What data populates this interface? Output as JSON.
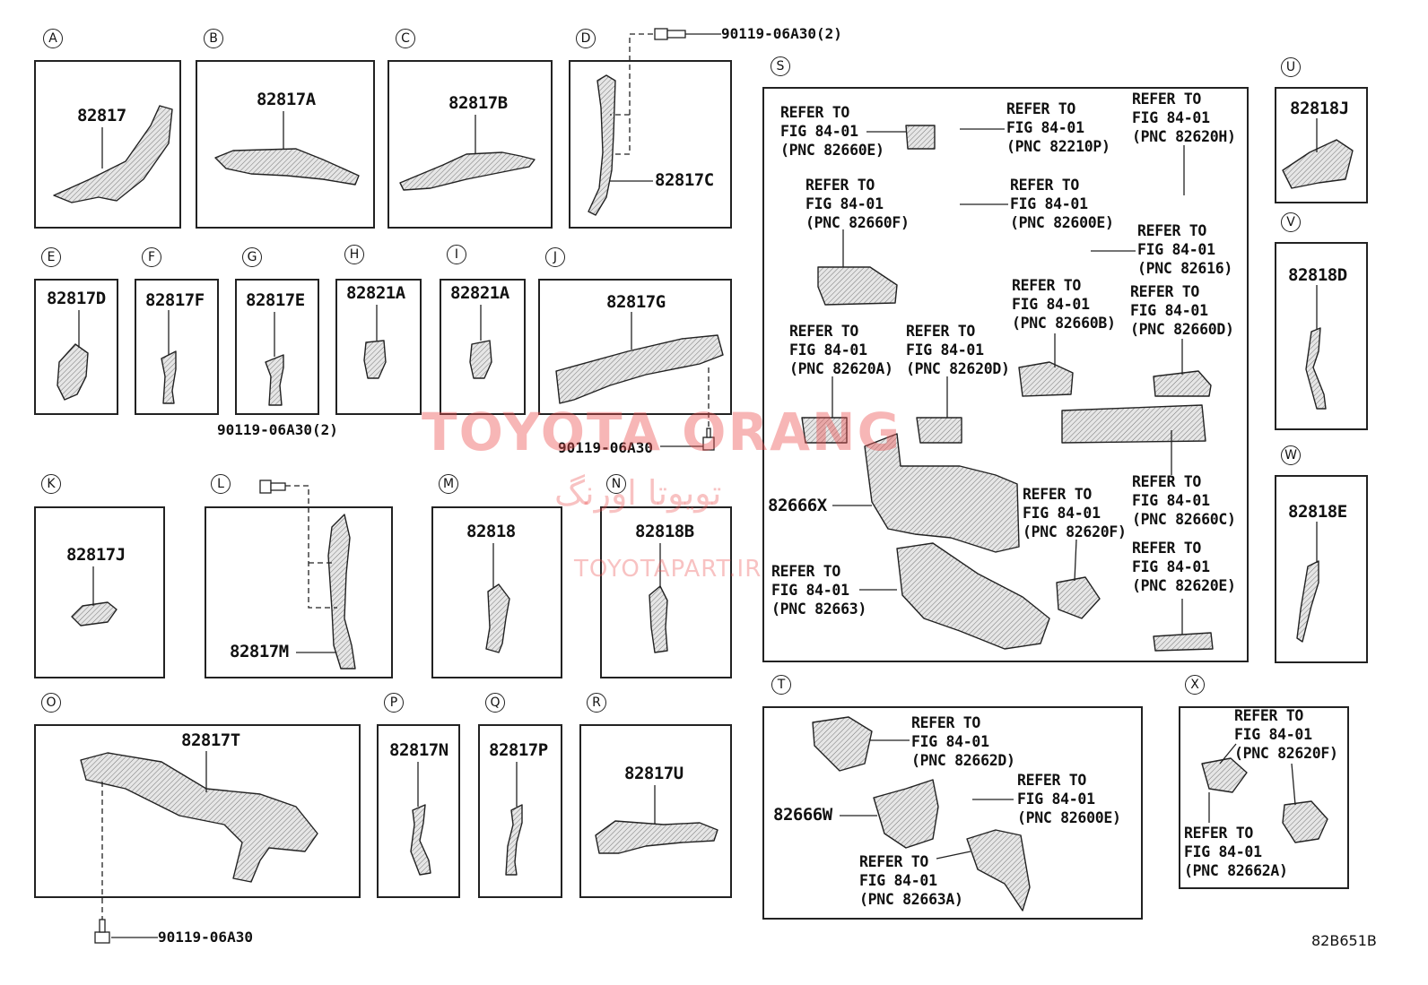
{
  "panels": {
    "A": {
      "letter": "A",
      "part": "82817"
    },
    "B": {
      "letter": "B",
      "part": "82817A"
    },
    "C": {
      "letter": "C",
      "part": "82817B"
    },
    "D": {
      "letter": "D",
      "part": "82817C"
    },
    "E": {
      "letter": "E",
      "part": "82817D"
    },
    "F": {
      "letter": "F",
      "part": "82817F"
    },
    "G": {
      "letter": "G",
      "part": "82817E"
    },
    "H": {
      "letter": "H",
      "part": "82821A"
    },
    "I": {
      "letter": "I",
      "part": "82821A"
    },
    "J": {
      "letter": "J",
      "part": "82817G"
    },
    "K": {
      "letter": "K",
      "part": "82817J"
    },
    "L": {
      "letter": "L",
      "part": "82817M"
    },
    "M": {
      "letter": "M",
      "part": "82818"
    },
    "N": {
      "letter": "N",
      "part": "82818B"
    },
    "O": {
      "letter": "O",
      "part": "82817T"
    },
    "P": {
      "letter": "P",
      "part": "82817N"
    },
    "Q": {
      "letter": "Q",
      "part": "82817P"
    },
    "R": {
      "letter": "R",
      "part": "82817U"
    },
    "S": {
      "letter": "S",
      "part": "82666X"
    },
    "T": {
      "letter": "T",
      "part": "82666W"
    },
    "U": {
      "letter": "U",
      "part": "82818J"
    },
    "V": {
      "letter": "V",
      "part": "82818D"
    },
    "W": {
      "letter": "W",
      "part": "82818E"
    },
    "X": {
      "letter": "X"
    }
  },
  "bolts": {
    "d_bolt": "90119-06A30(2)",
    "l_bolt": "90119-06A30(2)",
    "j_bolt": "90119-06A30",
    "o_bolt": "90119-06A30"
  },
  "refs": {
    "s_82660E": "REFER TO\nFIG 84-01\n(PNC 82660E)",
    "s_82210P": "REFER TO\nFIG 84-01\n(PNC 82210P)",
    "s_82620H": "REFER TO\nFIG 84-01\n(PNC 82620H)",
    "s_82660F": "REFER TO\nFIG 84-01\n(PNC 82660F)",
    "s_82600E": "REFER TO\nFIG 84-01\n(PNC 82600E)",
    "s_82616": "REFER TO\nFIG 84-01\n(PNC 82616)",
    "s_82660B": "REFER TO\nFIG 84-01\n(PNC 82660B)",
    "s_82660D": "REFER TO\nFIG 84-01\n(PNC 82660D)",
    "s_82620A": "REFER TO\nFIG 84-01\n(PNC 82620A)",
    "s_82620D": "REFER TO\nFIG 84-01\n(PNC 82620D)",
    "s_82620F": "REFER TO\nFIG 84-01\n(PNC 82620F)",
    "s_82660C": "REFER TO\nFIG 84-01\n(PNC 82660C)",
    "s_82663": "REFER TO\nFIG 84-01\n(PNC 82663)",
    "s_82620E": "REFER TO\nFIG 84-01\n(PNC 82620E)",
    "t_82662D": "REFER TO\nFIG 84-01\n(PNC 82662D)",
    "t_82600E": "REFER TO\nFIG 84-01\n(PNC 82600E)",
    "t_82663A": "REFER TO\nFIG 84-01\n(PNC 82663A)",
    "x_82620F": "REFER TO\nFIG 84-01\n(PNC 82620F)",
    "x_82662A": "REFER TO\nFIG 84-01\n(PNC 82662A)"
  },
  "watermark": {
    "brand": "TOYOTA ORANG",
    "persian": "تویوتا اورنگ",
    "site": "TOYOTAPART.IR"
  },
  "figure_id": "82B651B"
}
